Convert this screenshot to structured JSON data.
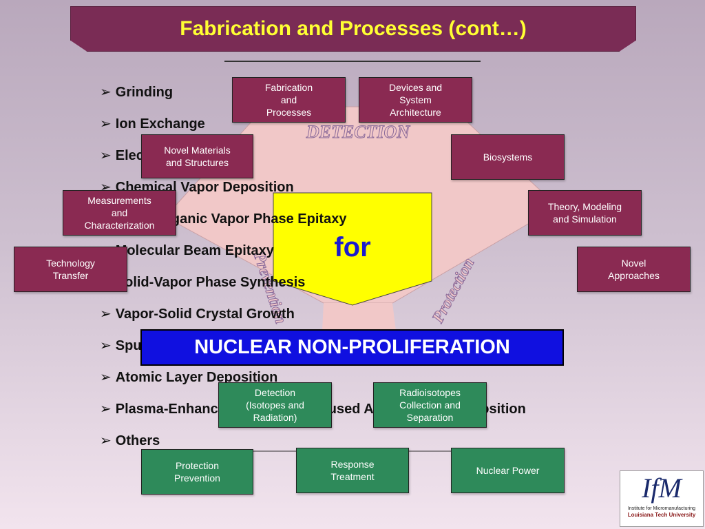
{
  "title": "Fabrication and Processes (cont…)",
  "bullet_arrow": "➢",
  "bullets": [
    "Grinding",
    "Ion Exchange",
    "Electric Discharge",
    "Chemical Vapor Deposition",
    "Metal-Organic Vapor Phase Epitaxy",
    "Molecular Beam Epitaxy",
    "Solid-Vapor Phase Synthesis",
    "Vapor-Solid Crystal Growth",
    "Sputtering",
    "Atomic Layer Deposition",
    "Plasma-Enhanced Ion Beam Focused Atomic Layer Deposition",
    "Others"
  ],
  "diagram_words": {
    "top": "DETECTION",
    "left": "Prevention",
    "right": "Protection"
  },
  "boxes": {
    "fabrication": "Fabrication\nand\nProcesses",
    "devices": "Devices and\nSystem\nArchitecture",
    "novel_materials": "Novel Materials\nand Structures",
    "biosystems": "Biosystems",
    "measurements": "Measurements\nand\nCharacterization",
    "theory": "Theory, Modeling\nand Simulation",
    "technology_transfer": "Technology\nTransfer",
    "novel_approaches": "Novel\nApproaches",
    "detection": "Detection\n(Isotopes and\nRadiation)",
    "radioisotopes": "Radioisotopes\nCollection and\nSeparation",
    "protection": "Protection\nPrevention",
    "response": "Response\nTreatment",
    "nuclear_power": "Nuclear Power"
  },
  "center_label": "for",
  "banner_label": "NUCLEAR NON-PROLIFERATION",
  "logo": {
    "mark": "IfM",
    "line1": "Institute for Micromanufacturing",
    "line2": "Louisiana Tech University"
  },
  "colors": {
    "maroon": "#8a2a52",
    "green": "#2e8a5a",
    "yellow": "#ffff00",
    "blue": "#1010e0",
    "title": "#ffff33"
  }
}
